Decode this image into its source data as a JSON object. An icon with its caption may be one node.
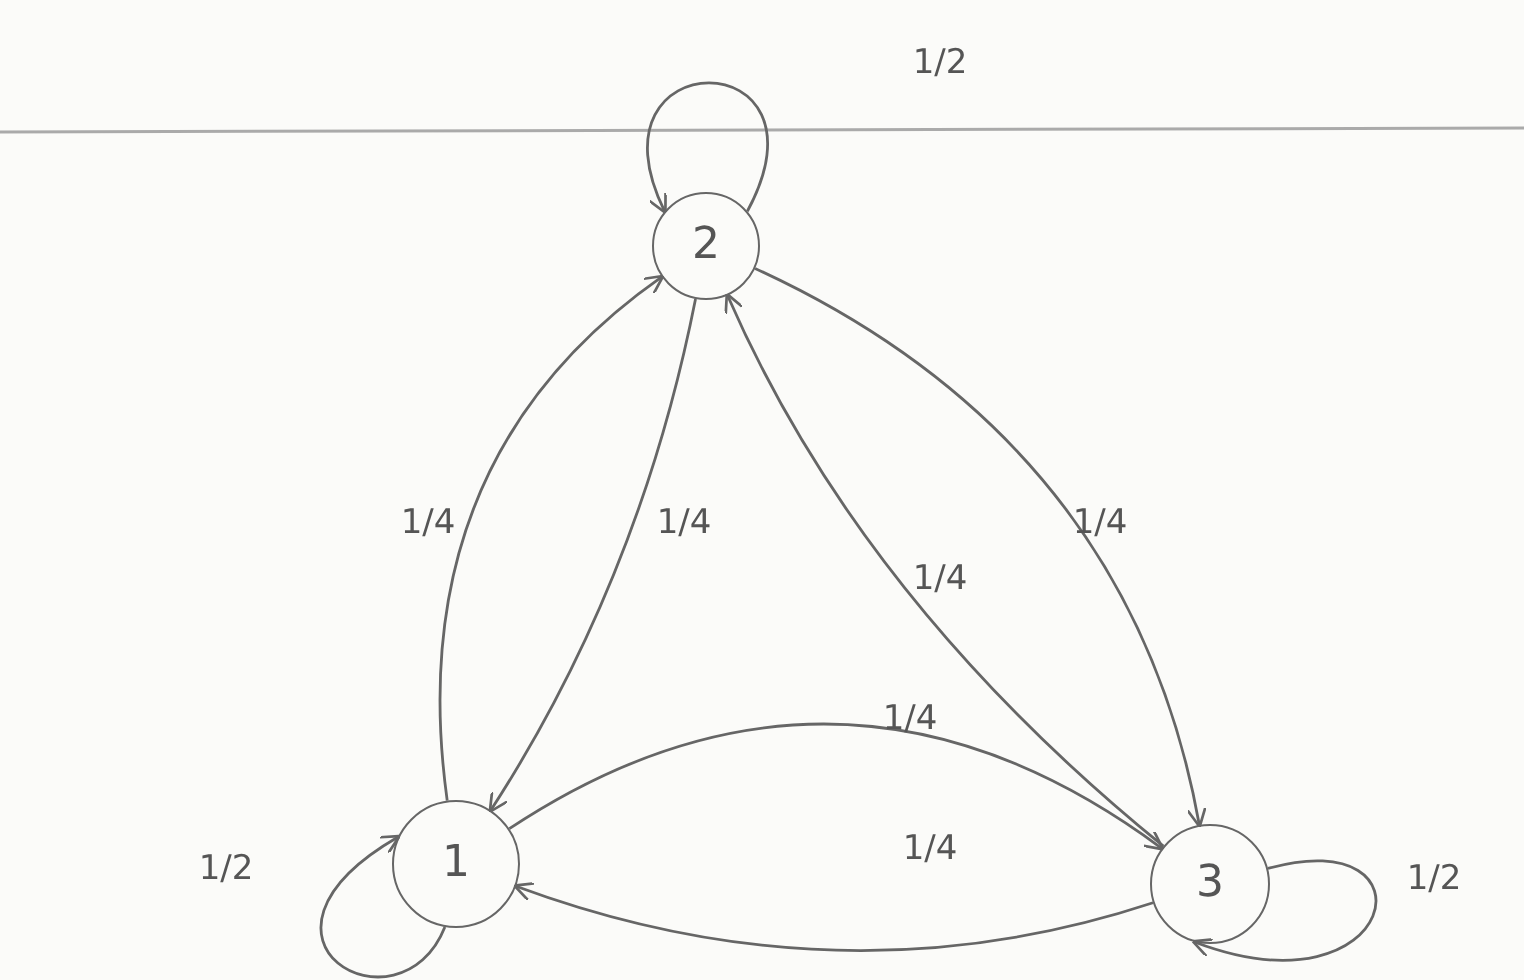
{
  "diagram": {
    "nodes": [
      {
        "text": [
          "2"
        ]
      },
      {
        "text": [
          "1"
        ]
      },
      {
        "text": [
          "3"
        ]
      }
    ],
    "edges": [
      {
        "from": 0,
        "to": 0,
        "arrow": "to",
        "label": "1/2"
      },
      {
        "from": 1,
        "to": 0,
        "arrow": "to",
        "label": "1/4"
      },
      {
        "from": 0,
        "to": 1,
        "arrow": "to",
        "label": "1/4"
      },
      {
        "from": 0,
        "to": 2,
        "arrow": "to",
        "label": "1/4"
      },
      {
        "from": 2,
        "to": 0,
        "arrow": "to",
        "label": "1/4"
      },
      {
        "from": 1,
        "to": 2,
        "arrow": "to",
        "label": "1/4"
      },
      {
        "from": 2,
        "to": 1,
        "arrow": "to",
        "label": "1/4"
      },
      {
        "from": 1,
        "to": 1,
        "arrow": "to",
        "label": "1/2"
      },
      {
        "from": 2,
        "to": 2,
        "arrow": "to",
        "label": "1/2"
      }
    ]
  }
}
